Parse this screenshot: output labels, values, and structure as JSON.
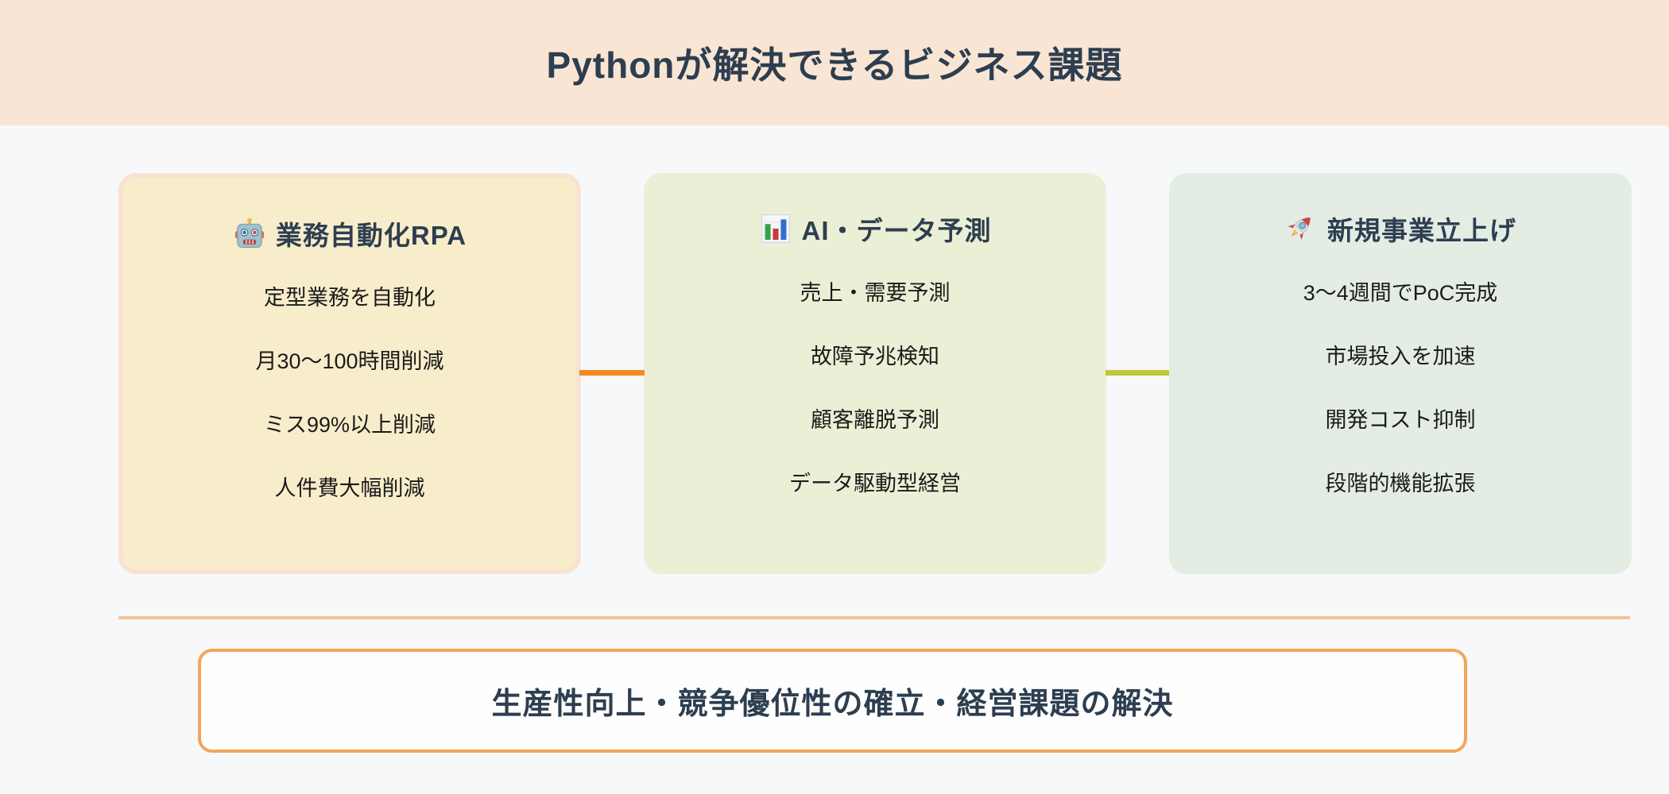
{
  "header": {
    "title": "Pythonが解決できるビジネス課題",
    "bg_color": "#f9e5d3"
  },
  "page": {
    "bg_color": "#f6f8fa",
    "heading_color": "#2d3e50",
    "body_text_color": "#1b1b1b"
  },
  "cards": [
    {
      "icon": "robot-icon",
      "title": "業務自動化RPA",
      "items": [
        "定型業務を自動化",
        "月30〜100時間削減",
        "ミス99%以上削減",
        "人件費大幅削減"
      ],
      "bg_color": "#f8edca",
      "border_color": "#f9e2d2"
    },
    {
      "icon": "bar-chart-icon",
      "title": "AI・データ予測",
      "items": [
        "売上・需要予測",
        "故障予兆検知",
        "顧客離脱予測",
        "データ駆動型経営"
      ],
      "bg_color": "#ebefd5",
      "border_color": ""
    },
    {
      "icon": "rocket-icon",
      "title": "新規事業立上げ",
      "items": [
        "3〜4週間でPoC完成",
        "市場投入を加速",
        "開発コスト抑制",
        "段階的機能拡張"
      ],
      "bg_color": "#e4ede4",
      "border_color": ""
    }
  ],
  "connectors": [
    {
      "color": "#f28b1f"
    },
    {
      "color": "#bfc937"
    }
  ],
  "divider": {
    "color": "#f5c38b"
  },
  "banner": {
    "text": "生産性向上・競争優位性の確立・経営課題の解決",
    "border_color": "#f3a558",
    "bg_color": "#fefefe"
  }
}
